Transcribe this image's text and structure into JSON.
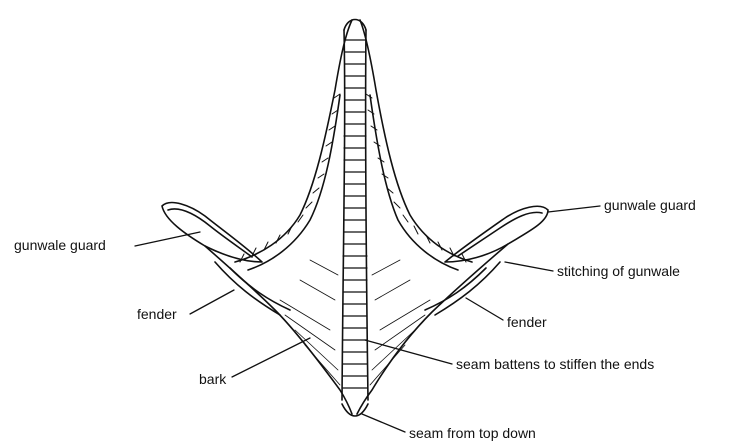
{
  "labels": {
    "gunwale_guard_left": "gunwale guard",
    "gunwale_guard_right": "gunwale guard",
    "stitching_of_gunwale": "stitching of gunwale",
    "fender_left": "fender",
    "fender_right": "fender",
    "bark": "bark",
    "seam_battens": "seam battens to stiffen the ends",
    "seam_from_top_down": "seam from top down"
  }
}
